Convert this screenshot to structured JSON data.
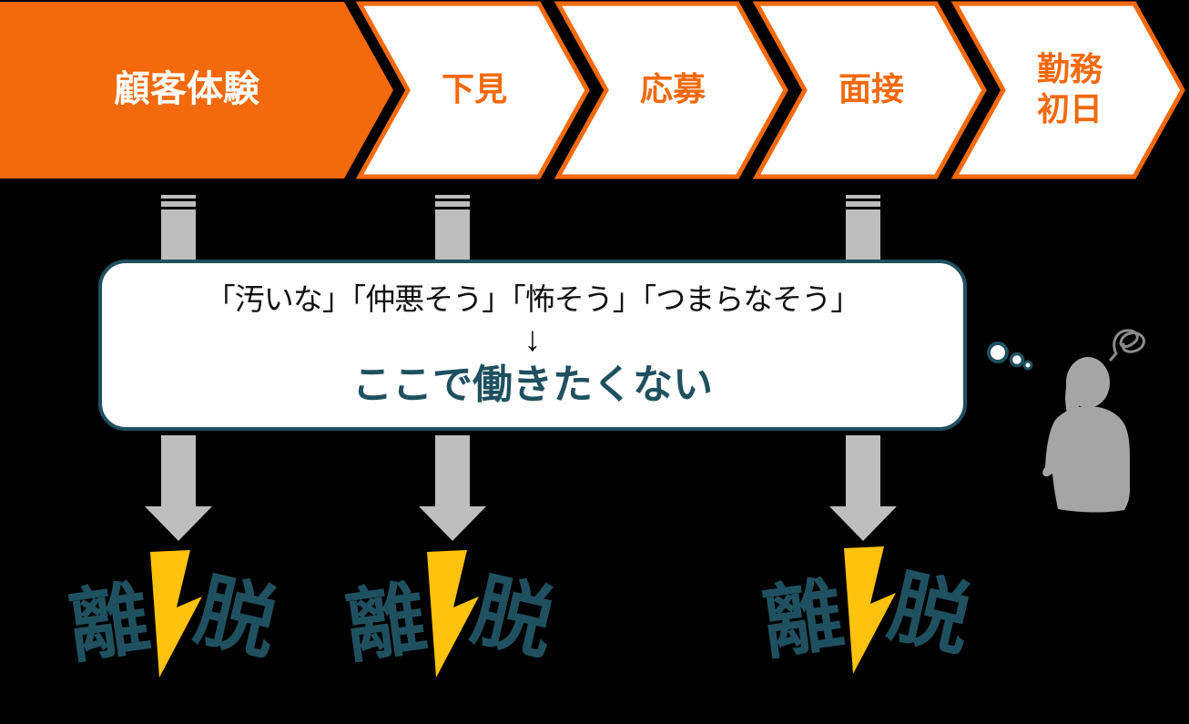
{
  "diagram": {
    "description_texts_only_visible": true
  },
  "funnel": {
    "stages": [
      {
        "label": "顧客体験",
        "filled": true
      },
      {
        "label": "下見",
        "filled": false
      },
      {
        "label": "応募",
        "filled": false
      },
      {
        "label": "面接",
        "filled": false
      },
      {
        "label": "勤務\n初日",
        "filled": false
      }
    ]
  },
  "callout": {
    "quotes_line": "「汚いな」「仲悪そう」「怖そう」「つまらなそう」",
    "down_arrow": "↓",
    "conclusion": "ここで働きたくない"
  },
  "dropouts": {
    "groups": [
      {
        "left": "離",
        "right": "脱"
      },
      {
        "left": "離",
        "right": "脱"
      },
      {
        "left": "離",
        "right": "脱"
      }
    ]
  },
  "icons": {
    "lightning-bolt": "svg-polygon-bolt",
    "down-arrow": "gray striped shaft with triangle head",
    "thought-bubbles": "three teal-ringed circles",
    "person-silhouette": "gray bust of thinking person",
    "frustration-scribble": "gray scribbled ball above head"
  },
  "colors": {
    "background": "#000000",
    "orange": "#F4690C",
    "teal": "#1F5060",
    "arrow_gray": "#BEBEBE",
    "person_gray": "#A5A5A5",
    "scribble_gray": "#8C8C8C",
    "bolt_yellow": "#FFC20E",
    "box_bg": "#FFFFFF",
    "quote_text": "#111111",
    "stage1_text": "#FFFFFF"
  }
}
